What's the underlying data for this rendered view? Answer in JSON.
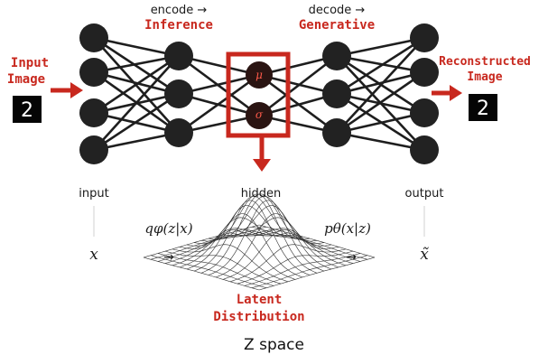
{
  "header": {
    "encode": "encode →",
    "inference": "Inference",
    "decode": "decode →",
    "generative": "Generative"
  },
  "side_labels": {
    "input_line1": "Input",
    "input_line2": "Image",
    "recon_line1": "Reconstructed",
    "recon_line2": "Image"
  },
  "latent_symbols": {
    "mu": "μ",
    "sigma": "σ"
  },
  "layer_labels": {
    "input": "input",
    "hidden": "hidden",
    "output": "output"
  },
  "math": {
    "x": "x",
    "encoder": "qφ(z|x)",
    "arrow_left": "→",
    "decoder": "pθ(x|z)",
    "arrow_right": "→",
    "x_tilde": "x̃"
  },
  "latent_label": {
    "line1": "Latent",
    "line2": "Distribution"
  },
  "digit_glyph": "2",
  "caption": "Z space",
  "colors": {
    "accent": "#c8281e",
    "node": "#222222",
    "edge": "#1e1e1e"
  }
}
